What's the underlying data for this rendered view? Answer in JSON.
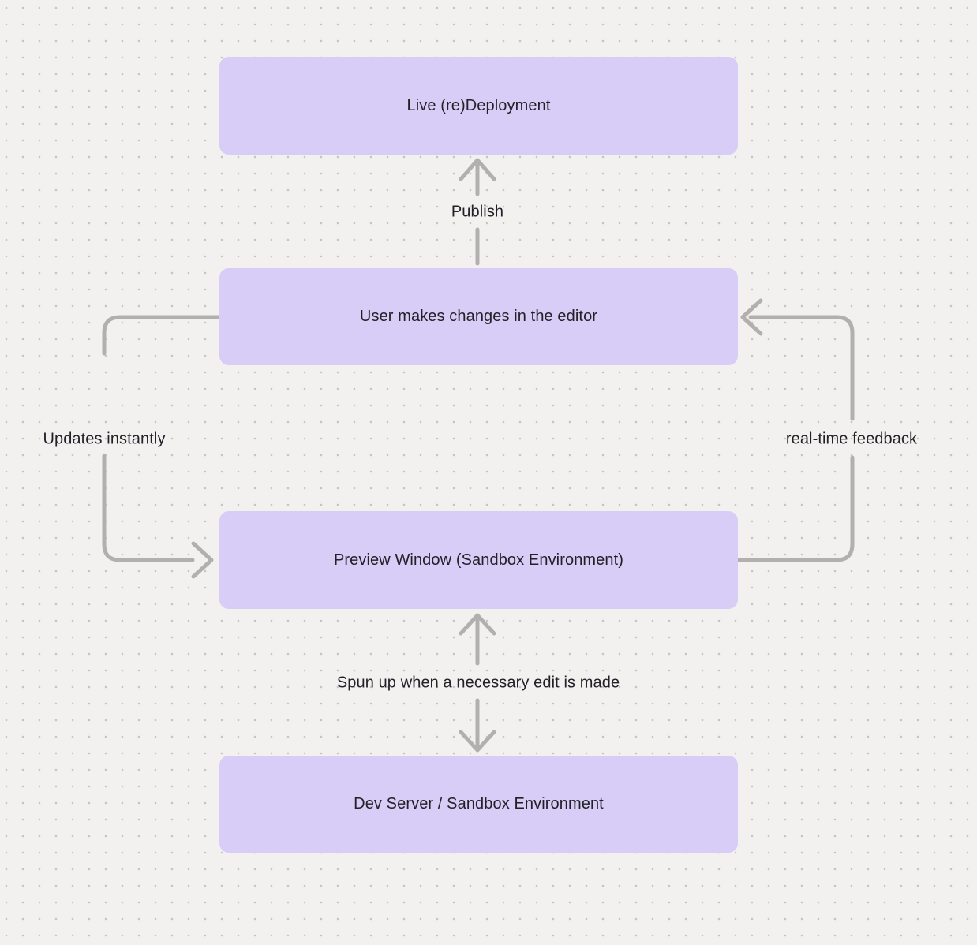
{
  "diagram": {
    "type": "flowchart",
    "nodes": [
      {
        "id": "live-redeployment",
        "label": "Live (re)Deployment"
      },
      {
        "id": "user-editor",
        "label": "User makes changes in the editor"
      },
      {
        "id": "preview-window",
        "label": "Preview Window (Sandbox Environment)"
      },
      {
        "id": "dev-server",
        "label": "Dev Server / Sandbox Environment"
      }
    ],
    "edges": [
      {
        "from": "user-editor",
        "to": "live-redeployment",
        "label": "Publish",
        "direction": "up"
      },
      {
        "from": "user-editor",
        "to": "preview-window",
        "label": "Updates instantly",
        "direction": "down-left-loop"
      },
      {
        "from": "preview-window",
        "to": "user-editor",
        "label": "real-time feedback",
        "direction": "up-right-loop"
      },
      {
        "from": "dev-server",
        "to": "preview-window",
        "label": "Spun up when a necessary edit is made",
        "direction": "both"
      }
    ],
    "colors": {
      "background": "#f2f1f0",
      "dot": "#c6c5c4",
      "node_fill": "#d7cdf6",
      "node_text": "#232127",
      "arrow": "#b1b0af"
    }
  }
}
